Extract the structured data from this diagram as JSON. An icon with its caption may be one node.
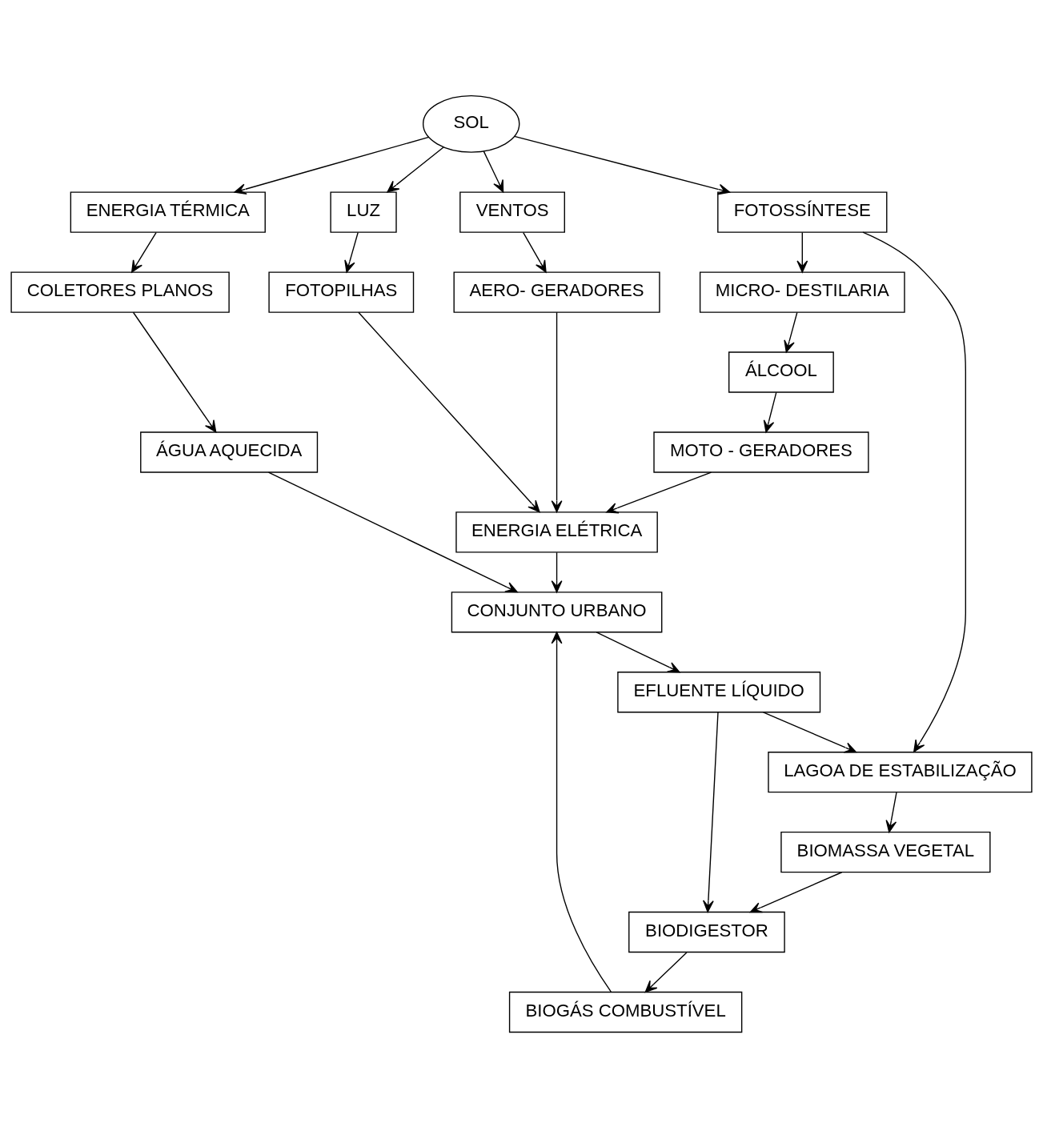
{
  "diagram": {
    "nodes": [
      {
        "text": [
          "SOL"
        ]
      },
      {
        "text": [
          "ENERGIA TÉRMICA"
        ]
      },
      {
        "text": [
          "LUZ"
        ]
      },
      {
        "text": [
          "VENTOS"
        ]
      },
      {
        "text": [
          "FOTOSSÍNTESE"
        ]
      },
      {
        "text": [
          "COLETORES PLANOS"
        ]
      },
      {
        "text": [
          "FOTOPILHAS"
        ]
      },
      {
        "text": [
          "AERO- GERADORES"
        ]
      },
      {
        "text": [
          "MICRO- DESTILARIA"
        ]
      },
      {
        "text": [
          "ÁGUA AQUECIDA"
        ]
      },
      {
        "text": [
          "ENERGIA ELÉTRICA"
        ]
      },
      {
        "text": [
          "ÁLCOOL"
        ]
      },
      {
        "text": [
          "MOTO - GERADORES"
        ]
      },
      {
        "text": [
          "CONJUNTO URBANO"
        ]
      },
      {
        "text": [
          "EFLUENTE LÍQUIDO"
        ]
      },
      {
        "text": [
          "BIOGÁS COMBUSTÍVEL"
        ]
      },
      {
        "text": [
          "LAGOA DE ESTABILIZAÇÃO"
        ]
      },
      {
        "text": [
          "BIODIGESTOR"
        ]
      },
      {
        "text": [
          "BIOMASSA VEGETAL"
        ]
      }
    ],
    "edges": [
      {
        "from": 0,
        "to": 1,
        "arrow": "to"
      },
      {
        "from": 0,
        "to": 2,
        "arrow": "to"
      },
      {
        "from": 0,
        "to": 3,
        "arrow": "to"
      },
      {
        "from": 0,
        "to": 4,
        "arrow": "to"
      },
      {
        "from": 1,
        "to": 5,
        "arrow": "to"
      },
      {
        "from": 2,
        "to": 6,
        "arrow": "to"
      },
      {
        "from": 3,
        "to": 7,
        "arrow": "to"
      },
      {
        "from": 4,
        "to": 8,
        "arrow": "to"
      },
      {
        "from": 5,
        "to": 9,
        "arrow": "to"
      },
      {
        "from": 6,
        "to": 10,
        "arrow": "to"
      },
      {
        "from": 7,
        "to": 10,
        "arrow": "to"
      },
      {
        "from": 8,
        "to": 11,
        "arrow": "to"
      },
      {
        "from": 11,
        "to": 12,
        "arrow": "to"
      },
      {
        "from": 12,
        "to": 10,
        "arrow": "to"
      },
      {
        "from": 10,
        "to": 13,
        "arrow": "to"
      },
      {
        "from": 9,
        "to": 13,
        "arrow": "to"
      },
      {
        "from": 13,
        "to": 14,
        "arrow": "to"
      },
      {
        "from": 14,
        "to": 16,
        "arrow": "to"
      },
      {
        "from": 4,
        "to": 16,
        "arrow": "to"
      },
      {
        "from": 16,
        "to": 18,
        "arrow": "to"
      },
      {
        "from": 14,
        "to": 17,
        "arrow": "to"
      },
      {
        "from": 18,
        "to": 17,
        "arrow": "to"
      },
      {
        "from": 17,
        "to": 15,
        "arrow": "to"
      },
      {
        "from": 15,
        "to": 13,
        "arrow": "to"
      }
    ]
  }
}
